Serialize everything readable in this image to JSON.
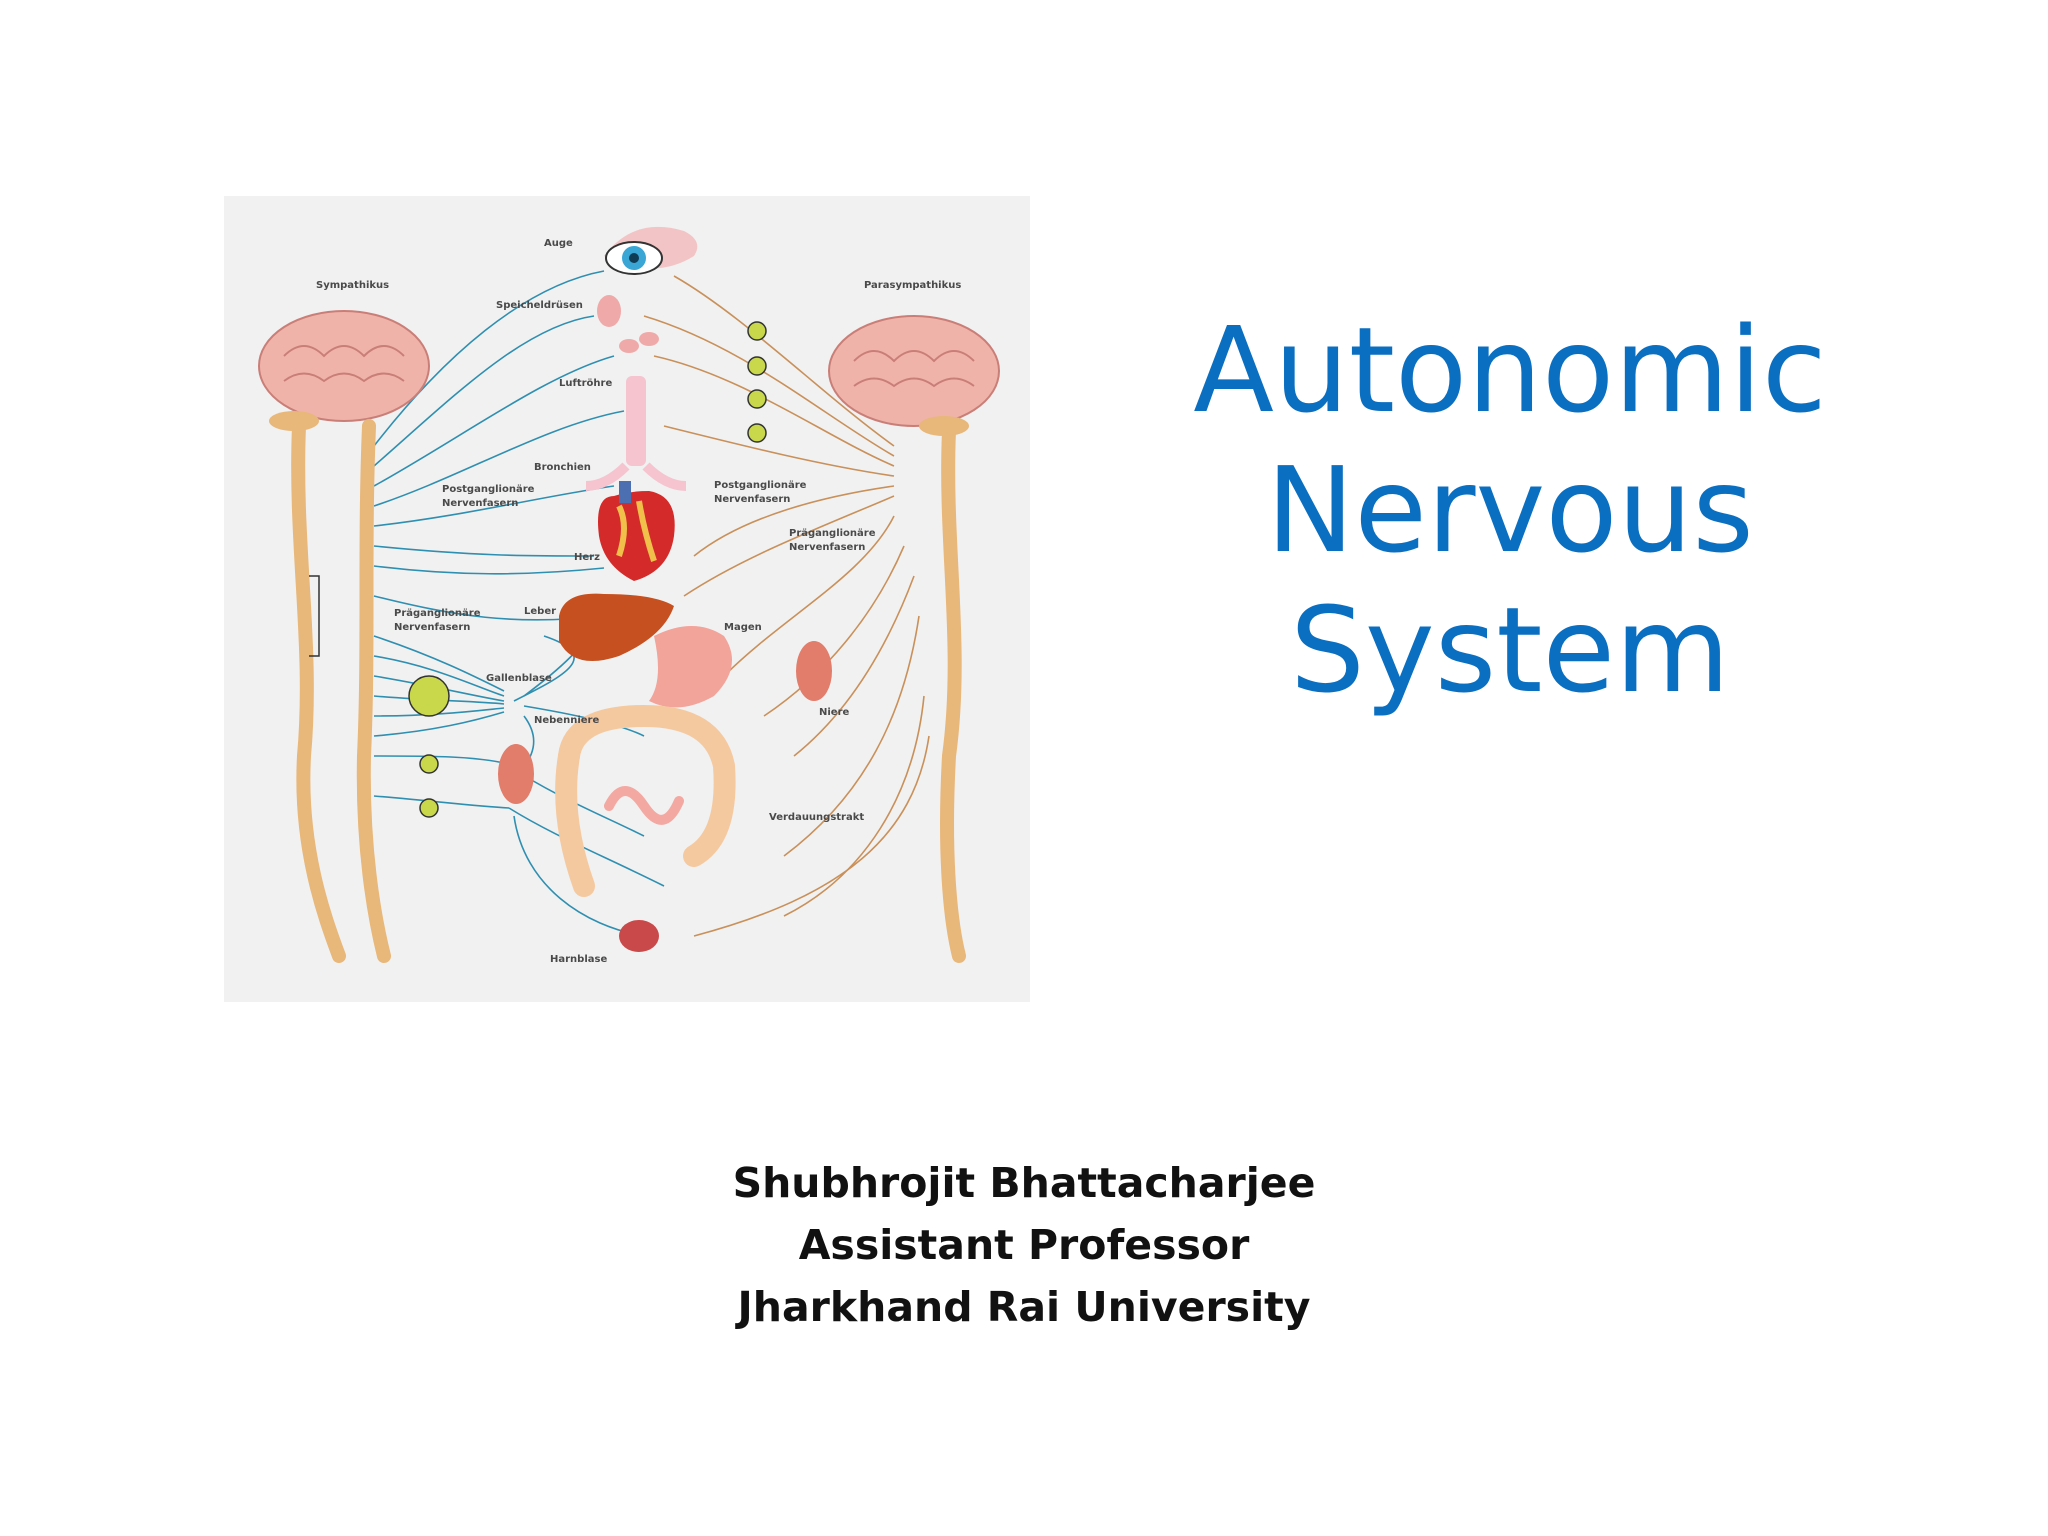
{
  "slide": {
    "title_lines": [
      "Autonomic",
      "Nervous",
      "System"
    ],
    "author_lines": [
      "Shubhrojit Bhattacharjee",
      "Assistant Professor",
      "Jharkhand Rai University"
    ]
  },
  "figure": {
    "labels": {
      "sympathikus": "Sympathikus",
      "parasympathikus": "Parasympathikus",
      "auge": "Auge",
      "speicheldruesen": "Speicheldrüsen",
      "luftroehre": "Luftröhre",
      "bronchien": "Bronchien",
      "postganglionaere_l1": "Postganglionäre",
      "postganglionaere_l2": "Nervenfasern",
      "postganglionaere_r1": "Postganglionäre",
      "postganglionaere_r2": "Nervenfasern",
      "praeganglionaere_r1": "Präganglionäre",
      "praeganglionaere_r2": "Nervenfasern",
      "praeganglionaere_l1": "Präganglionäre",
      "praeganglionaere_l2": "Nervenfasern",
      "herz": "Herz",
      "leber": "Leber",
      "magen": "Magen",
      "gallenblase": "Gallenblase",
      "nebenniere": "Nebenniere",
      "niere": "Niere",
      "verdauungstrakt": "Verdauungstrakt",
      "harnblase": "Harnblase"
    },
    "colors": {
      "background": "#f1f1f1",
      "brain": "#f0b3aa",
      "spine": "#e8b77a",
      "sympathetic_nerve": "#2f8fb0",
      "parasympathetic_nerve": "#c9905a",
      "ganglion": "#c8d84a",
      "liver": "#c6501f",
      "stomach": "#f2a39a",
      "intestine": "#f5c9a0",
      "heart": "#d42a2a"
    }
  }
}
